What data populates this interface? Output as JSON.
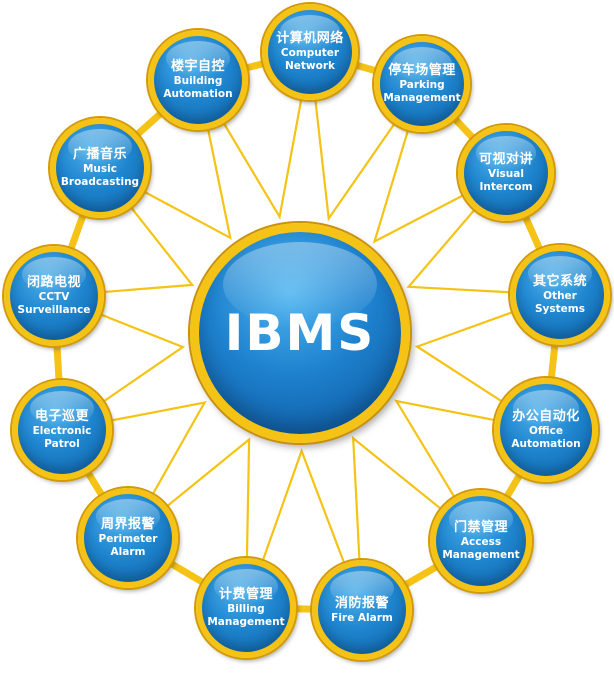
{
  "center": {
    "label": "IBMS"
  },
  "nodes": [
    {
      "cn": "计算机网络",
      "en": "Computer\nNetwork"
    },
    {
      "cn": "停车场管理",
      "en": "Parking\nManagement"
    },
    {
      "cn": "可视对讲",
      "en": "Visual\nIntercom"
    },
    {
      "cn": "其它系统",
      "en": "Other\nSystems"
    },
    {
      "cn": "办公自动化",
      "en": "Office\nAutomation"
    },
    {
      "cn": "门禁管理",
      "en": "Access\nManagement"
    },
    {
      "cn": "消防报警",
      "en": "Fire Alarm"
    },
    {
      "cn": "计费管理",
      "en": "Billing\nManagement"
    },
    {
      "cn": "周界报警",
      "en": "Perimeter\nAlarm"
    },
    {
      "cn": "电子巡更",
      "en": "Electronic\nPatrol"
    },
    {
      "cn": "闭路电视",
      "en": "CCTV\nSurveillance"
    },
    {
      "cn": "广播音乐",
      "en": "Music\nBroadcasting"
    },
    {
      "cn": "楼宇自控",
      "en": "Building\nAutomation"
    }
  ],
  "colors": {
    "ring": "#f4c316",
    "node_blue": "#1f86cf",
    "text": "#ffffff"
  }
}
